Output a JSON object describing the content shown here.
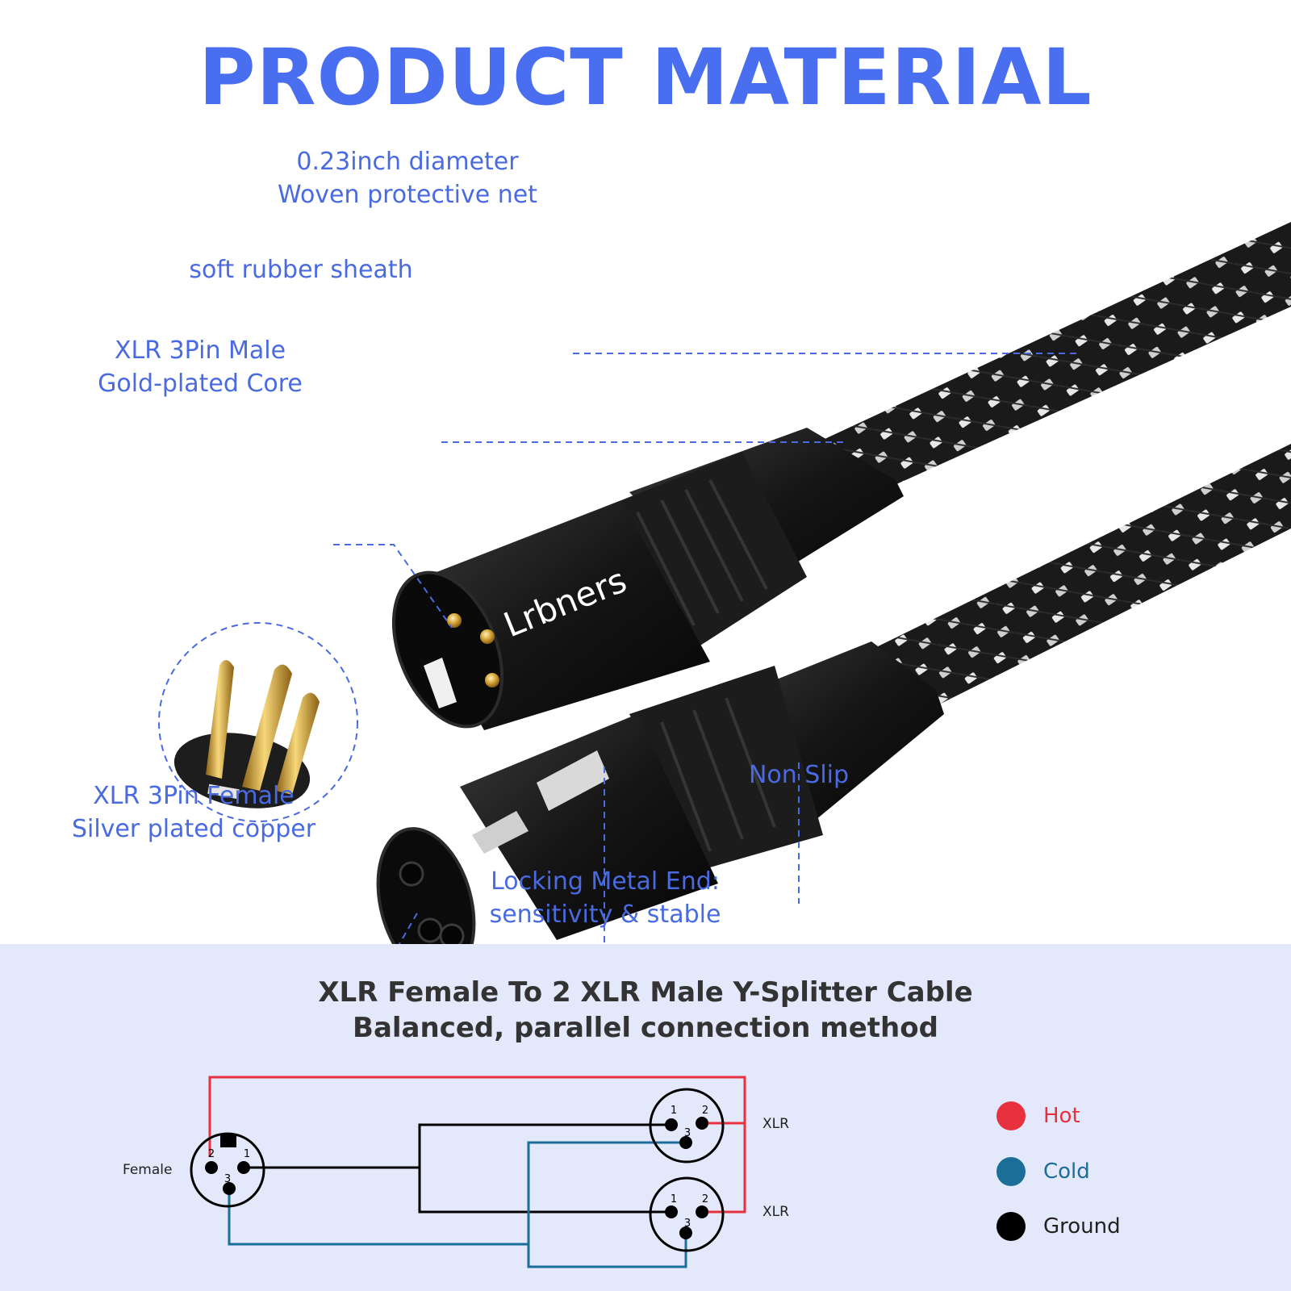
{
  "title": "PRODUCT MATERIAL",
  "brand": "Lrbners",
  "callouts": {
    "net_line1": "0.23inch diameter",
    "net_line2": "Woven protective net",
    "sheath": "soft rubber sheath",
    "male_line1": "XLR 3Pin Male",
    "male_line2": "Gold-plated Core",
    "female_line1": "XLR 3Pin Female",
    "female_line2": "Silver plated copper",
    "nonslip": "Non Slip",
    "locking_line1": "Locking Metal End:",
    "locking_line2": "sensitivity & stable"
  },
  "wiring": {
    "heading_line1": "XLR Female To 2 XLR Male Y-Splitter Cable",
    "heading_line2": "Balanced, parallel connection method",
    "female_label": "Female",
    "xlr_top_label": "XLR",
    "xlr_bottom_label": "XLR",
    "pins": {
      "one": "1",
      "two": "2",
      "three": "3"
    }
  },
  "legend": [
    {
      "label": "Hot",
      "color": "#e8313f"
    },
    {
      "label": "Cold",
      "color": "#1a6e98"
    },
    {
      "label": "Ground",
      "color": "#000000"
    }
  ],
  "colors": {
    "accent": "#4a6ef0",
    "panel": "#e4e8fb",
    "hot": "#e8313f",
    "cold": "#1a6e98",
    "ground": "#000000"
  }
}
